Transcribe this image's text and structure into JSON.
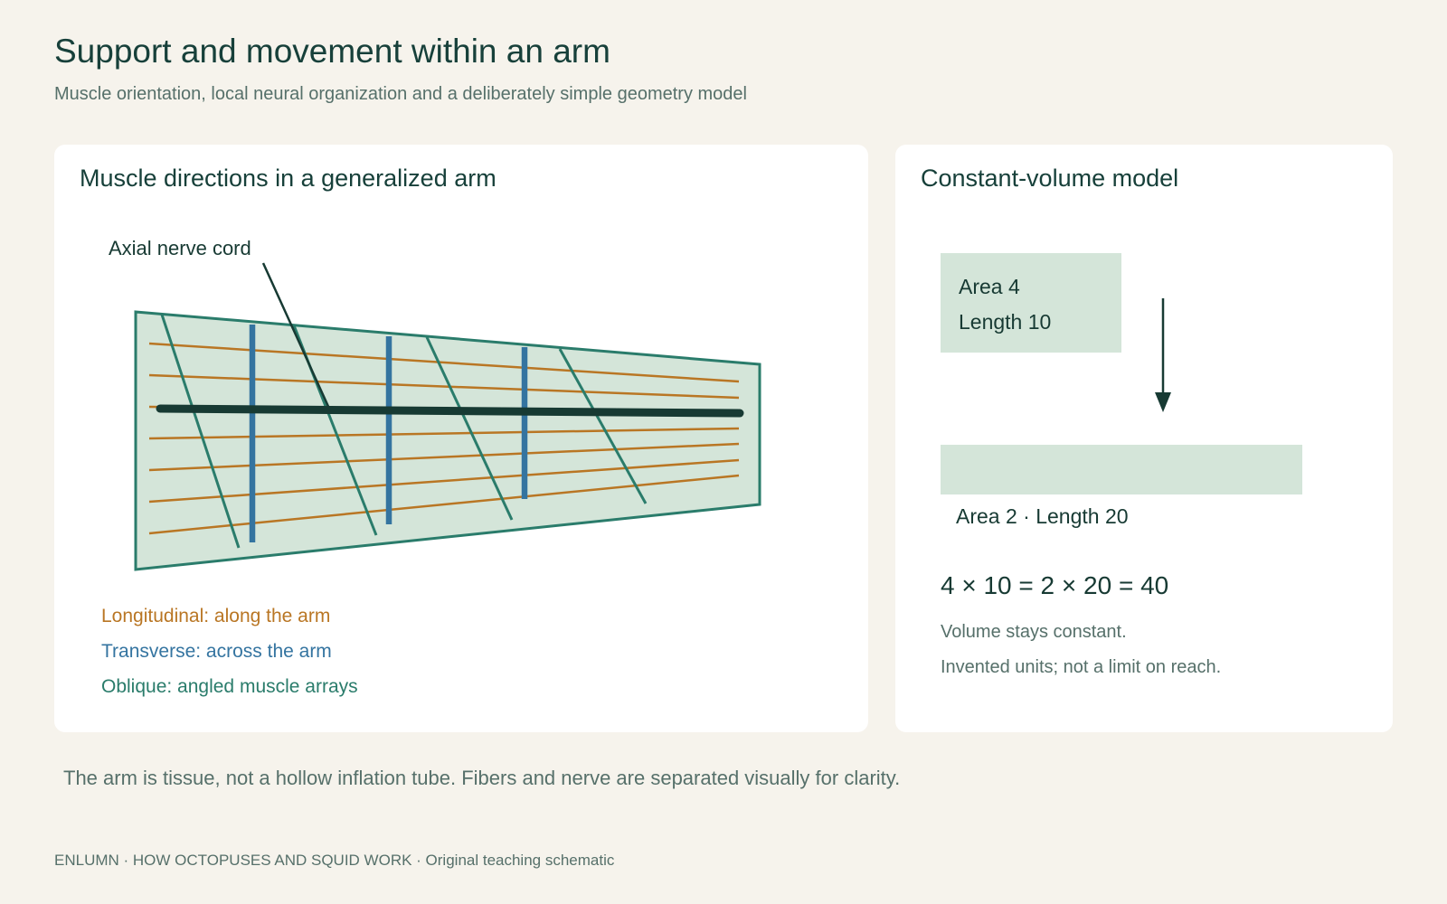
{
  "header": {
    "title": "Support and movement within an arm",
    "subtitle": "Muscle orientation, local neural organization and a deliberately simple geometry model"
  },
  "arm_panel": {
    "title": "Muscle directions in a generalized arm",
    "nerve_label": "Axial nerve cord",
    "legend": {
      "longitudinal": "Longitudinal: along the arm",
      "transverse": "Transverse: across the arm",
      "oblique": "Oblique: angled muscle arrays"
    },
    "colors": {
      "longitudinal": "#b97624",
      "transverse": "#3474a0",
      "oblique": "#2a7c6b",
      "nerve": "#173a33",
      "tissue": "#d4e5d9"
    }
  },
  "volume_panel": {
    "title": "Constant-volume model",
    "before": {
      "area": "Area 4",
      "length": "Length 10"
    },
    "after_label": "Area 2 · Length 20",
    "equation": "4 × 10 = 2 × 20 = 40",
    "note_1": "Volume stays constant.",
    "note_2": "Invented units; not a limit on reach."
  },
  "caption": "The arm is tissue, not a hollow inflation tube. Fibers and nerve are separated visually for clarity.",
  "footer": "ENLUMN · HOW OCTOPUSES AND SQUID WORK · Original teaching schematic"
}
